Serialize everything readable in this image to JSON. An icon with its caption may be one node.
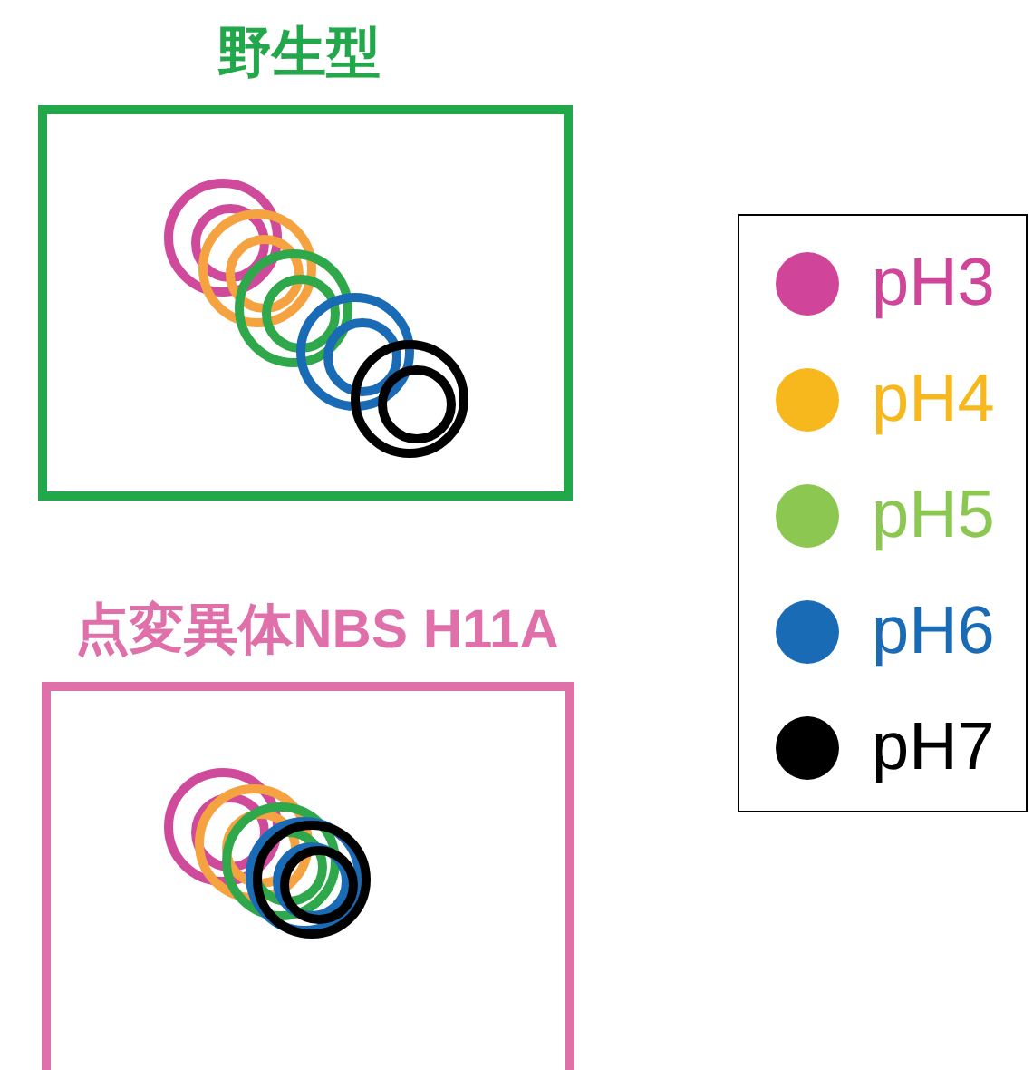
{
  "diagram": {
    "nodes": [
      {
        "text": [
          "野生型"
        ]
      },
      {
        "text": [
          "点変異体NBS H11A"
        ]
      }
    ],
    "legend": [
      {
        "text": "pH3",
        "color": "#d0449a"
      },
      {
        "text": "pH4",
        "color": "#f7b81e"
      },
      {
        "text": "pH5",
        "color": "#8cc751"
      },
      {
        "text": "pH6",
        "color": "#1a6bb5"
      },
      {
        "text": "pH7",
        "color": "#000000"
      }
    ]
  }
}
